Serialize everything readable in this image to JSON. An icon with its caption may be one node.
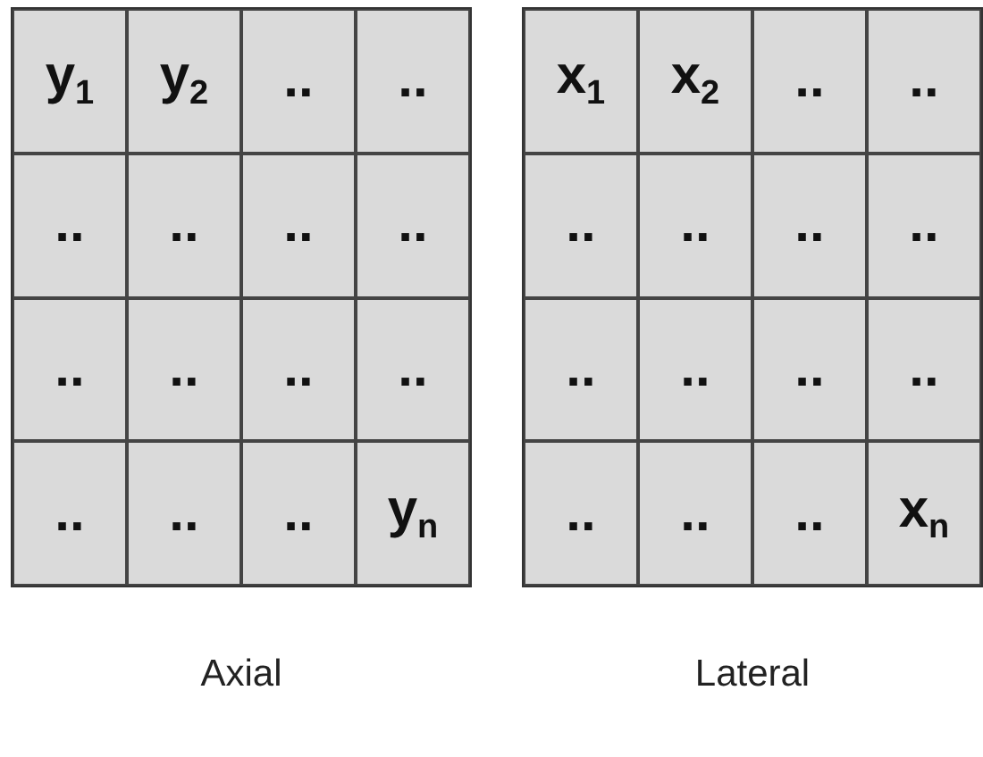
{
  "diagram": {
    "nodes": [
      {
        "text": [
          "y$_{1}$"
        ]
      },
      {
        "text": [
          "y$_{2}$"
        ]
      },
      {
        "text": [
          ".."
        ]
      },
      {
        "text": [
          ".."
        ]
      },
      {
        "text": [
          ".."
        ]
      },
      {
        "text": [
          ".."
        ]
      },
      {
        "text": [
          ".."
        ]
      },
      {
        "text": [
          ".."
        ]
      },
      {
        "text": [
          ".."
        ]
      },
      {
        "text": [
          ".."
        ]
      },
      {
        "text": [
          ".."
        ]
      },
      {
        "text": [
          ".."
        ]
      },
      {
        "text": [
          ".."
        ]
      },
      {
        "text": [
          ".."
        ]
      },
      {
        "text": [
          ".."
        ]
      },
      {
        "text": [
          "y$_{n}$"
        ]
      },
      {
        "text": [
          "x$_{1}$"
        ]
      },
      {
        "text": [
          "x$_{2}$"
        ]
      },
      {
        "text": [
          ".."
        ]
      },
      {
        "text": [
          ".."
        ]
      },
      {
        "text": [
          ".."
        ]
      },
      {
        "text": [
          ".."
        ]
      },
      {
        "text": [
          ".."
        ]
      },
      {
        "text": [
          ".."
        ]
      },
      {
        "text": [
          ".."
        ]
      },
      {
        "text": [
          ".."
        ]
      },
      {
        "text": [
          ".."
        ]
      },
      {
        "text": [
          ".."
        ]
      },
      {
        "text": [
          ".."
        ]
      },
      {
        "text": [
          ".."
        ]
      },
      {
        "text": [
          ".."
        ]
      },
      {
        "text": [
          "x$_{n}$"
        ]
      }
    ],
    "labels": [
      "Axial",
      "Lateral"
    ]
  }
}
